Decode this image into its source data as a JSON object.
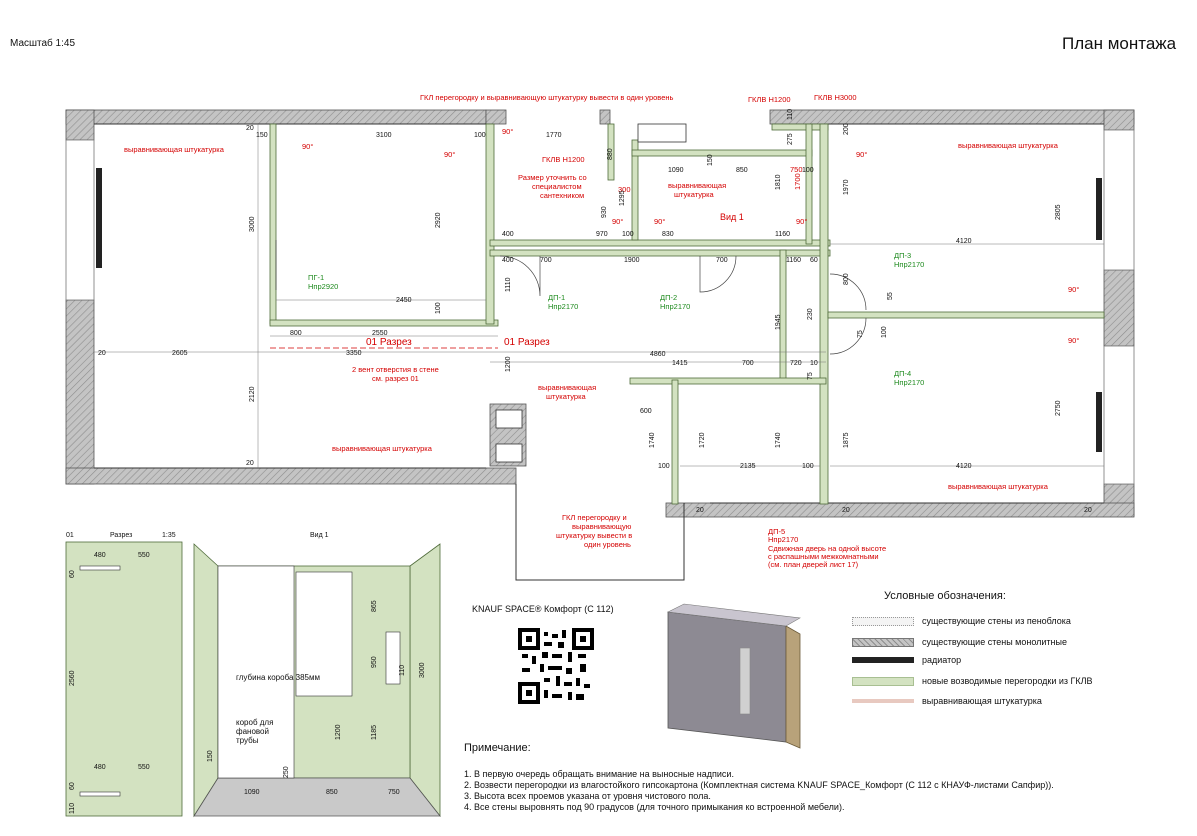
{
  "header": {
    "scale": "Масштаб 1:45",
    "title": "План монтажа"
  },
  "plan": {
    "red_notes": [
      "ГКЛ перегородку и выравнивающую штукатурку вывести в один уровень",
      "ГКЛВ H1200",
      "ГКЛВ H3000",
      "выравнивающая штукатурка",
      "выравнивающая штукатурка",
      "ГКЛВ Н1200",
      "Размер уточнить со",
      "специалистом",
      "сантехником",
      "выравнивающая",
      "штукатурка",
      "Вид 1",
      "01 Разрез",
      "01 Разрез",
      "2 вент отверстия в стене",
      "см. разрез 01",
      "выравнивающая",
      "штукатурка",
      "выравнивающая штукатурка",
      "выравнивающая штукатурка",
      "ГКЛ перегородку и",
      "выравнивающую",
      "штукатурку вывести в",
      "один уровень",
      "ДП-5",
      "Hпр2170",
      "Сдвижная дверь на одной высоте",
      "с распашными межкомнатными",
      "(см. план дверей лист 17)"
    ],
    "angles": [
      "90°",
      "90°",
      "90°",
      "90°",
      "90°",
      "90°",
      "90°",
      "90°",
      "90°"
    ],
    "red_dims": [
      "300",
      "750",
      "1700"
    ],
    "doors": [
      {
        "name": "ПГ-1",
        "h": "Hпр2920"
      },
      {
        "name": "ДП-1",
        "h": "Hпр2170"
      },
      {
        "name": "ДП-2",
        "h": "Hпр2170"
      },
      {
        "name": "ДП-3",
        "h": "Hпр2170"
      },
      {
        "name": "ДП-4",
        "h": "Hпр2170"
      }
    ],
    "dims": [
      "150",
      "3100",
      "100",
      "1770",
      "20",
      "200",
      "110",
      "275",
      "1090",
      "850",
      "880",
      "150",
      "100",
      "1810",
      "1970",
      "2805",
      "3000",
      "2920",
      "1295",
      "930",
      "400",
      "970",
      "100",
      "830",
      "1160",
      "4120",
      "400",
      "700",
      "1900",
      "700",
      "1160",
      "60",
      "2450",
      "100",
      "1110",
      "800",
      "55",
      "800",
      "2550",
      "230",
      "75",
      "100",
      "20",
      "2605",
      "3350",
      "4860",
      "1415",
      "700",
      "720",
      "10",
      "1945",
      "600",
      "2120",
      "1200",
      "1740",
      "1720",
      "1740",
      "1875",
      "75",
      "2750",
      "100",
      "2135",
      "100",
      "4120",
      "20",
      "20",
      "20",
      "20"
    ]
  },
  "section": {
    "header": [
      "01",
      "Разрез",
      "1:35"
    ],
    "dims": [
      "480",
      "550",
      "60",
      "2560",
      "480",
      "550",
      "60",
      "110"
    ]
  },
  "view1": {
    "title": "Вид 1",
    "labels": [
      "глубина короба 385мм",
      "короб для",
      "фановой",
      "трубы"
    ],
    "dims": [
      "865",
      "950",
      "110",
      "3000",
      "1185",
      "1200",
      "150",
      "250",
      "1090",
      "850",
      "750"
    ]
  },
  "product": "KNAUF SPACE® Комфорт (С 112)",
  "legend": {
    "title": "Условные обозначения:",
    "items": [
      "существующие стены из пеноблока",
      "существующие стены монолитные",
      "радиатор",
      "новые возводимые перегородки из ГКЛВ",
      "выравнивающая штукатурка"
    ],
    "colors": {
      "monolith": "#b3b3b3",
      "gklv": "#d3e2c1",
      "plaster": "#e8c9c0",
      "red": "#d40000",
      "green": "#1d8a1d"
    }
  },
  "notes": {
    "title": "Примечание:",
    "items": [
      "1. В первую очередь обращать внимание на выносные надписи.",
      "2. Возвести перегородки из влагостойкого гипсокартона (Комплектная система KNAUF SPACE_Комфорт (С 112 с КНАУФ-листами Сапфир)).",
      "3. Высота всех проемов указана от уровня чистового пола.",
      "4. Все стены выровнять под 90 градусов (для точного примыкания ко встроенной мебели)."
    ]
  }
}
